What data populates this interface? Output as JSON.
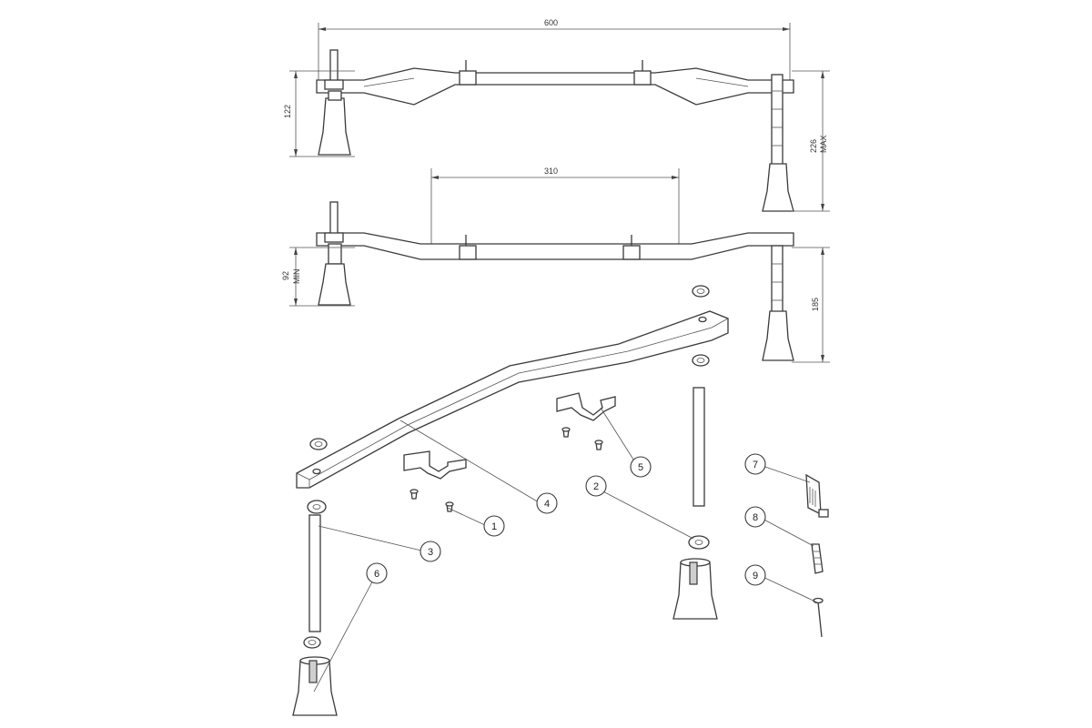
{
  "dimensions": {
    "overall_width": "600",
    "center_span": "310",
    "top_height": "122",
    "max_height": "226",
    "max_label": "MAX",
    "min_height": "92",
    "min_label": "MIN",
    "bottom_height": "185"
  },
  "callouts": [
    "1",
    "2",
    "3",
    "4",
    "5",
    "6",
    "7",
    "8",
    "9"
  ]
}
